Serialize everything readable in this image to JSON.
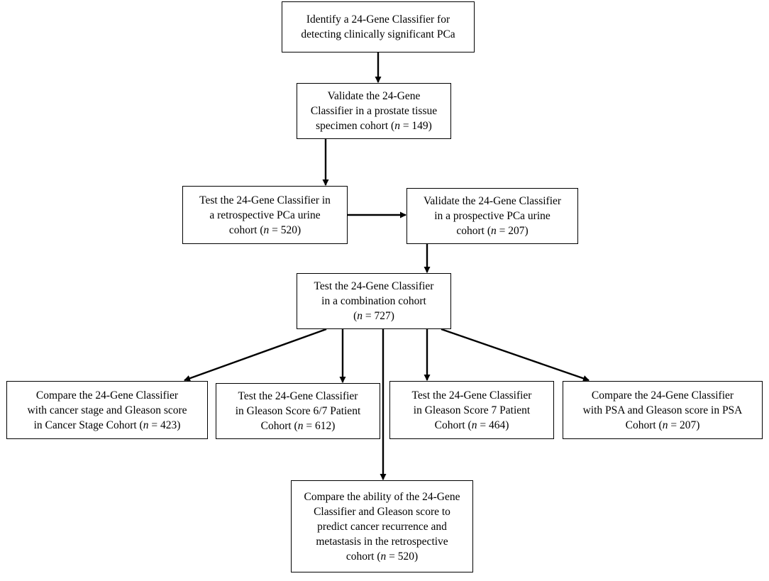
{
  "diagram": {
    "nodes": {
      "identify": {
        "lines": [
          [
            "Identify a 24-Gene Classifier for"
          ],
          [
            "detecting clinically significant PCa"
          ]
        ]
      },
      "validate_tissue": {
        "lines": [
          [
            "Validate the 24-Gene"
          ],
          [
            "Classifier in a prostate tissue"
          ],
          [
            "specimen cohort (",
            "n",
            " = 149)"
          ]
        ]
      },
      "test_retro": {
        "lines": [
          [
            "Test the 24-Gene Classifier in"
          ],
          [
            "a retrospective PCa urine"
          ],
          [
            "cohort (",
            "n",
            " = 520)"
          ]
        ]
      },
      "validate_prosp": {
        "lines": [
          [
            "Validate the 24-Gene Classifier"
          ],
          [
            "in a prospective PCa urine"
          ],
          [
            "cohort (",
            "n",
            " = 207)"
          ]
        ]
      },
      "test_combo": {
        "lines": [
          [
            "Test the 24-Gene Classifier"
          ],
          [
            "in a combination cohort"
          ],
          [
            "(",
            "n",
            " = 727)"
          ]
        ]
      },
      "compare_stage": {
        "lines": [
          [
            "Compare the 24-Gene Classifier"
          ],
          [
            "with cancer stage and Gleason score"
          ],
          [
            "in Cancer Stage Cohort (",
            "n",
            " = 423)"
          ]
        ]
      },
      "test_g67": {
        "lines": [
          [
            "Test the 24-Gene Classifier"
          ],
          [
            "in Gleason Score 6/7 Patient"
          ],
          [
            "Cohort (",
            "n",
            " = 612)"
          ]
        ]
      },
      "test_g7": {
        "lines": [
          [
            "Test the 24-Gene Classifier"
          ],
          [
            "in Gleason Score 7 Patient"
          ],
          [
            "Cohort (",
            "n",
            " = 464)"
          ]
        ]
      },
      "compare_psa": {
        "lines": [
          [
            "Compare the 24-Gene Classifier"
          ],
          [
            "with PSA and Gleason score in PSA"
          ],
          [
            "Cohort (",
            "n",
            " = 207)"
          ]
        ]
      },
      "compare_recur": {
        "lines": [
          [
            "Compare the ability of the 24-Gene"
          ],
          [
            "Classifier and Gleason score to"
          ],
          [
            "predict cancer recurrence and"
          ],
          [
            "metastasis in the retrospective"
          ],
          [
            "cohort (",
            "n",
            " = 520)"
          ]
        ]
      }
    },
    "edges": [
      [
        "identify",
        "validate_tissue"
      ],
      [
        "validate_tissue",
        "test_retro"
      ],
      [
        "test_retro",
        "validate_prosp"
      ],
      [
        "validate_prosp",
        "test_combo"
      ],
      [
        "test_combo",
        "compare_stage"
      ],
      [
        "test_combo",
        "test_g67"
      ],
      [
        "test_combo",
        "test_g7"
      ],
      [
        "test_combo",
        "compare_psa"
      ],
      [
        "test_combo",
        "compare_recur"
      ]
    ]
  }
}
